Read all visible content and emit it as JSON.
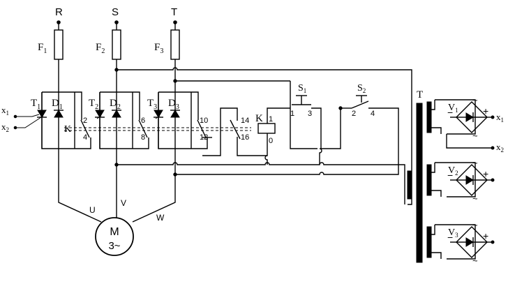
{
  "supply": {
    "phases": [
      "R",
      "S",
      "T"
    ],
    "fuses": [
      {
        "name": "F",
        "sub": "1"
      },
      {
        "name": "F",
        "sub": "2"
      },
      {
        "name": "F",
        "sub": "3"
      }
    ]
  },
  "modules": [
    {
      "thyristor": "T",
      "tsub": "1",
      "diode": "D",
      "dsub": "1",
      "contact_top": "2",
      "contact_bot": "4"
    },
    {
      "thyristor": "T",
      "tsub": "2",
      "diode": "D",
      "dsub": "2",
      "contact_top": "6",
      "contact_bot": "8"
    },
    {
      "thyristor": "T",
      "tsub": "3",
      "diode": "D",
      "dsub": "3",
      "contact_top": "10",
      "contact_bot": "12"
    }
  ],
  "inputs": {
    "x1": {
      "name": "x",
      "sub": "1"
    },
    "x2": {
      "name": "x",
      "sub": "2"
    }
  },
  "relay": {
    "contact_label": "K",
    "coil_label": "K",
    "coil_pin_top": "1",
    "coil_pin_bot": "0",
    "aux_top": "14",
    "aux_bot": "16"
  },
  "switches": {
    "s1": {
      "name": "S",
      "sub": "1",
      "pin_a": "1",
      "pin_b": "3"
    },
    "s2": {
      "name": "S",
      "sub": "2",
      "pin_a": "2",
      "pin_b": "4"
    }
  },
  "transformer": {
    "label": "T"
  },
  "rectifiers": [
    {
      "name": "V",
      "sub": "1",
      "plus": "+",
      "minus": "−",
      "ac": "~"
    },
    {
      "name": "V",
      "sub": "2",
      "plus": "+",
      "minus": "−",
      "ac": "~"
    },
    {
      "name": "V",
      "sub": "3",
      "plus": "+",
      "minus": "−",
      "ac": "~"
    }
  ],
  "outputs": {
    "x1": {
      "name": "x",
      "sub": "1"
    },
    "x2": {
      "name": "x",
      "sub": "2"
    }
  },
  "motor": {
    "label": "M",
    "type": "3~",
    "terminals": [
      "U",
      "V",
      "W"
    ]
  }
}
